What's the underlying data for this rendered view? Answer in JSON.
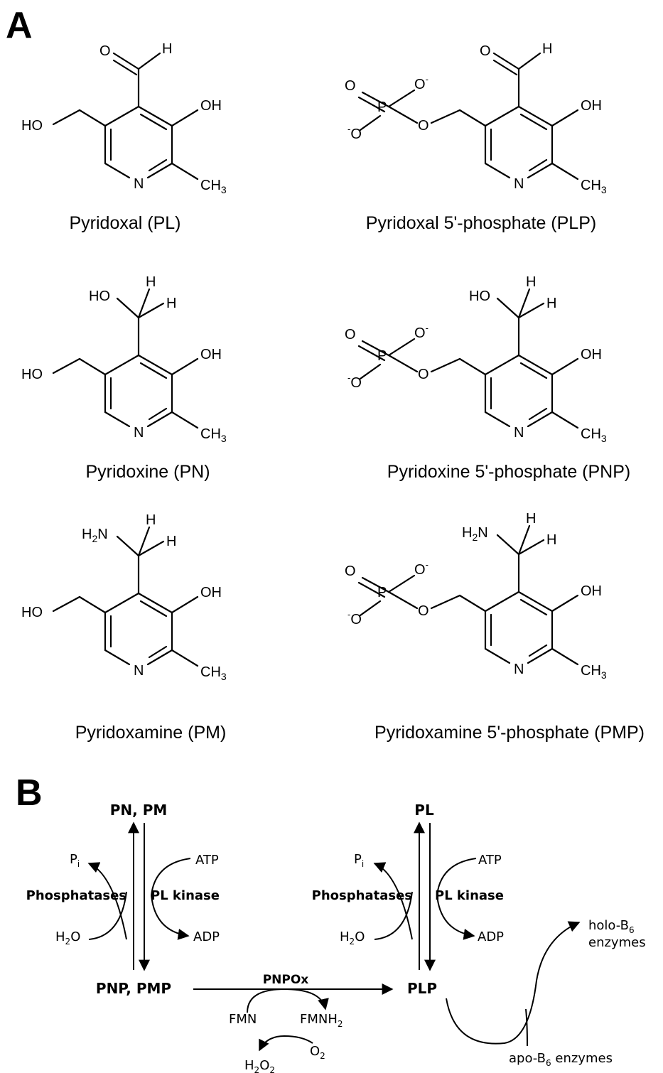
{
  "panel_a": {
    "letter": "A",
    "atoms": {
      "o": "O",
      "h": "H",
      "oh": "OH",
      "ho": "HO",
      "n": "N",
      "ch": "CH",
      "three": "3",
      "two": "2",
      "p": "P",
      "minus": "-",
      "o_minus_right": "O",
      "o_minus_left": "O",
      "hn": "H",
      "n_after": "N"
    },
    "molecules": [
      {
        "caption": "Pyridoxal (PL)"
      },
      {
        "caption": "Pyridoxal 5'-phosphate (PLP)"
      },
      {
        "caption": "Pyridoxine (PN)"
      },
      {
        "caption": "Pyridoxine 5'-phosphate (PNP)"
      },
      {
        "caption": "Pyridoxamine (PM)"
      },
      {
        "caption": "Pyridoxamine 5'-phosphate (PMP)"
      }
    ]
  },
  "panel_b": {
    "letter": "B",
    "left": {
      "top": "PN, PM",
      "bottom": "PNP, PMP",
      "pi_p": "P",
      "pi_i": "i",
      "atp": "ATP",
      "phosphatases": "Phosphatases",
      "kinase": "PL kinase",
      "h2o_h": "H",
      "h2o_2": "2",
      "h2o_o": "O",
      "adp": "ADP"
    },
    "right": {
      "top": "PL",
      "bottom": "PLP",
      "pi_p": "P",
      "pi_i": "i",
      "atp": "ATP",
      "phosphatases": "Phosphatases",
      "kinase": "PL kinase",
      "h2o_h": "H",
      "h2o_2": "2",
      "h2o_o": "O",
      "adp": "ADP"
    },
    "pnpox": "PNPOx",
    "fmn": "FMN",
    "fmnh": "FMNH",
    "fmnh_sub": "2",
    "h2o2_h": "H",
    "h2o2_sub1": "2",
    "h2o2_o": "O",
    "h2o2_sub2": "2",
    "o2_o": "O",
    "o2_sub": "2",
    "holo_line1": "holo-B",
    "holo_sub": "6",
    "holo_line2": "enzymes",
    "apo_pre": "apo-B",
    "apo_sub": "6",
    "apo_post": " enzymes"
  }
}
